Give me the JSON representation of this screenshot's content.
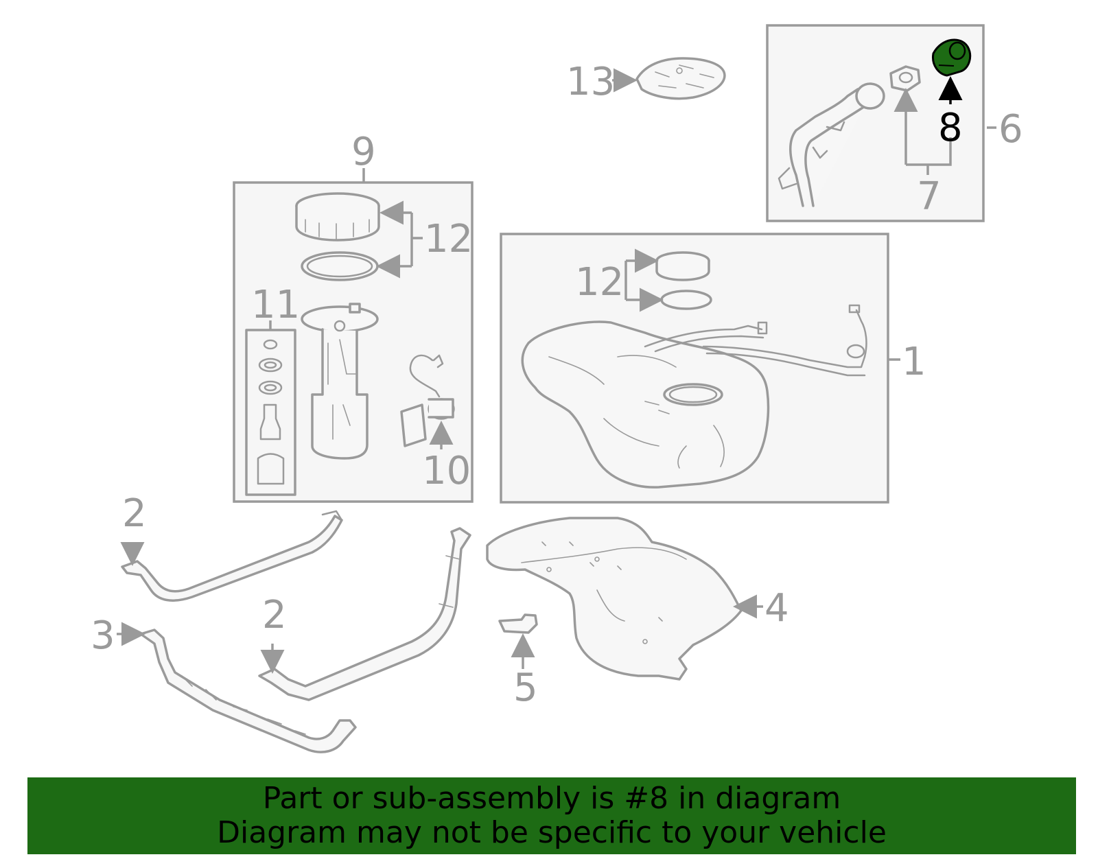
{
  "callouts": {
    "c1": "1",
    "c2a": "2",
    "c2b": "2",
    "c3": "3",
    "c4": "4",
    "c5": "5",
    "c6": "6",
    "c7": "7",
    "c8": "8",
    "c9": "9",
    "c10": "10",
    "c11": "11",
    "c12a": "12",
    "c12b": "12",
    "c13": "13"
  },
  "highlight": {
    "part": "8",
    "color": "#1d6b14"
  },
  "banner": {
    "line1": "Part or sub-assembly is #8 in diagram",
    "line2": "Diagram may not be specific to your vehicle",
    "background": "#1d6b14"
  }
}
